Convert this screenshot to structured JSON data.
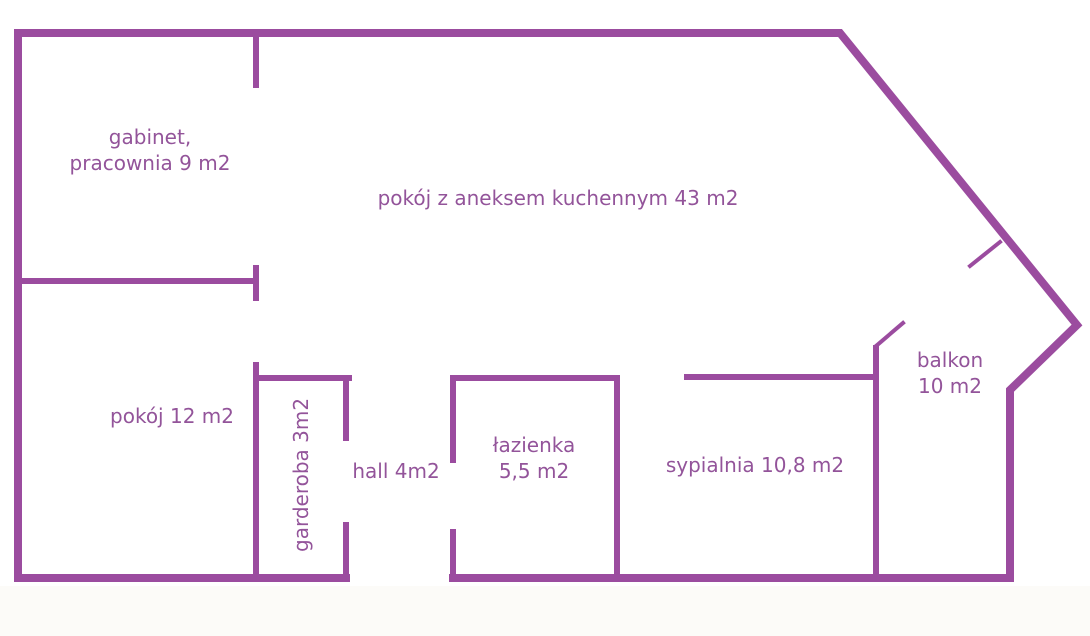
{
  "plan": {
    "wall_color": "#9b4c9f",
    "text_color": "#93549a",
    "rooms": [
      {
        "id": "gabinet",
        "line1": "gabinet,",
        "line2": "pracownia 9 m2"
      },
      {
        "id": "salon",
        "line1": "pokój z aneksem kuchennym 43 m2"
      },
      {
        "id": "pokoj",
        "line1": "pokój 12 m2"
      },
      {
        "id": "garderoba",
        "line1": "garderoba 3m2"
      },
      {
        "id": "hall",
        "line1": "hall 4m2"
      },
      {
        "id": "lazienka",
        "line1": "łazienka",
        "line2": "5,5 m2"
      },
      {
        "id": "sypialnia",
        "line1": "sypialnia 10,8 m2"
      },
      {
        "id": "balkon",
        "line1": "balkon",
        "line2": "10 m2"
      }
    ]
  }
}
